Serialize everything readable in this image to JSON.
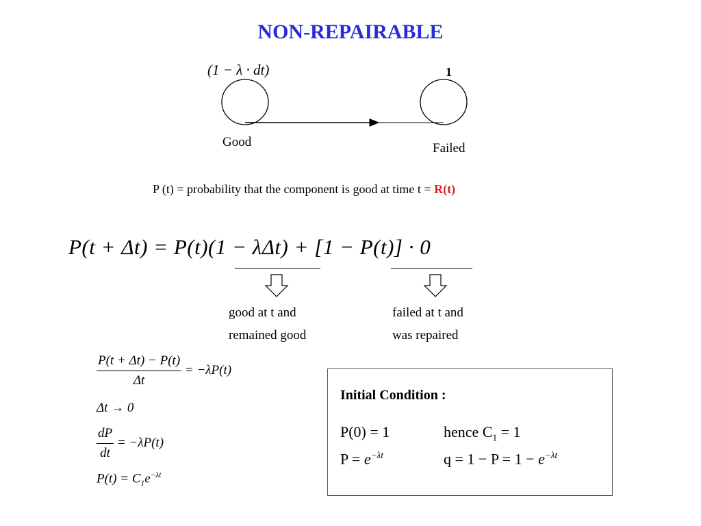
{
  "title": "NON-REPAIRABLE",
  "diagram": {
    "transition_label": "(1 − λ · dt)",
    "failed_self_label": "1",
    "good_state": "Good",
    "failed_state": "Failed"
  },
  "definition": {
    "text": "P (t) = probability that the component is good at time t = ",
    "highlight": "R(t)",
    "highlight_color": "#e0202a"
  },
  "main_equation": "P(t + Δt) = P(t)(1 − λΔt) + [1 − P(t)] · 0",
  "annotations": {
    "left": [
      "good at t and",
      "remained good"
    ],
    "right": [
      "failed at t and",
      "was repaired"
    ]
  },
  "derivation": {
    "eq1_num": "P(t + Δt) − P(t)",
    "eq1_den": "Δt",
    "eq1_rhs": "= −λP(t)",
    "eq2": "Δt → 0",
    "eq3_num": "dP",
    "eq3_den": "dt",
    "eq3_rhs": "= −λP(t)",
    "eq4_lhs": "P(t) = C",
    "eq4_sub": "1",
    "eq4_e": "e",
    "eq4_exp": "−λt"
  },
  "initial_condition": {
    "heading": "Initial  Condition :",
    "line1_left": "P(0)  =  1",
    "line1_hence": "hence   C",
    "line1_sub": "1",
    "line1_right": " = 1",
    "line2_left": "P = ",
    "line2_e": "e",
    "line2_exp": "−λt",
    "line2_right": "q = 1 − P = 1 − ",
    "line2_e2": "e",
    "line2_exp2": "−λt"
  },
  "colors": {
    "title": "#2b2bd6",
    "accent_red": "#e0202a",
    "box_border": "#555555"
  }
}
